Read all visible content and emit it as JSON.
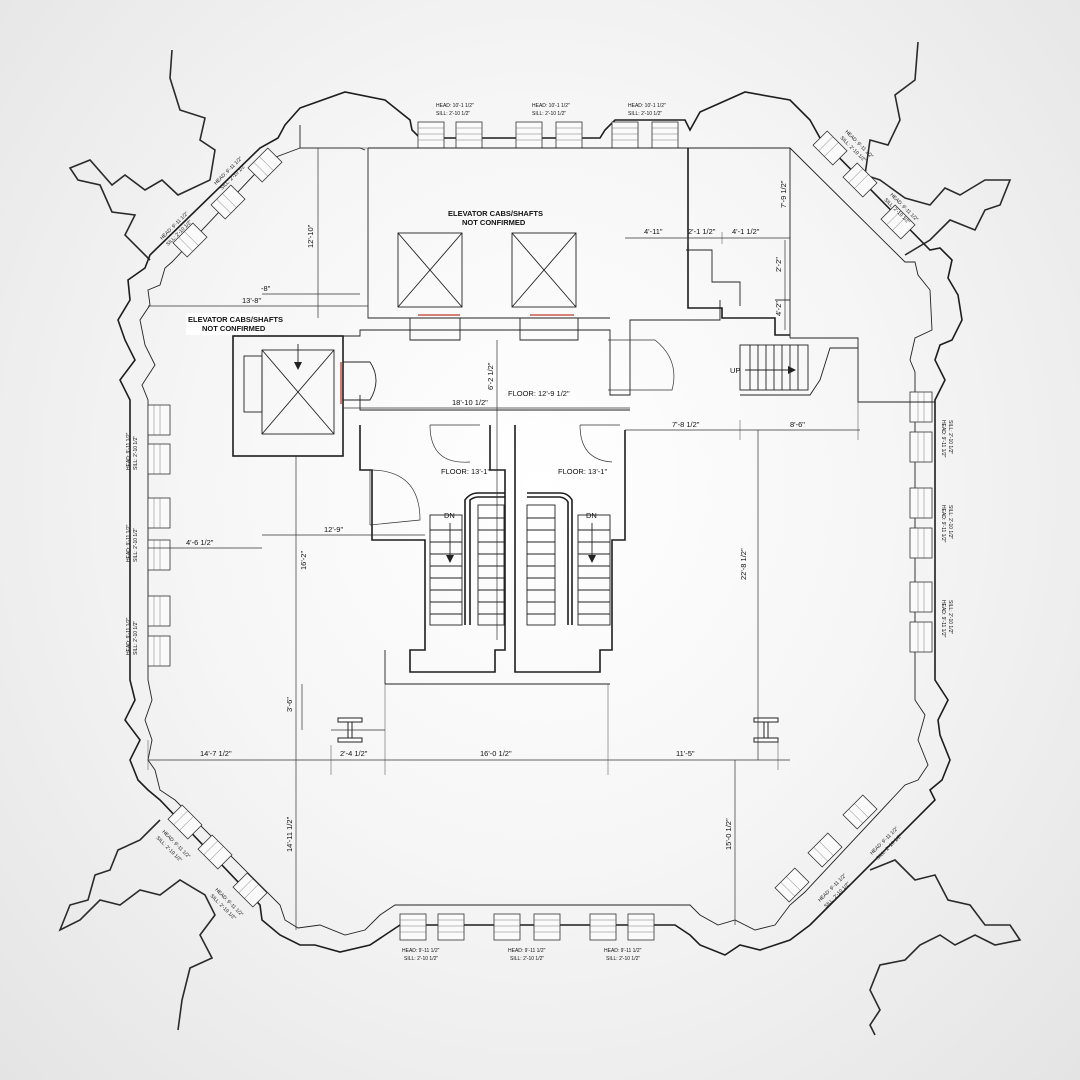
{
  "labels": {
    "elevator_top_line1": "ELEVATOR CABS/SHAFTS",
    "elevator_top_line2": "NOT CONFIRMED",
    "elevator_left_line1": "ELEVATOR CABS/SHAFTS",
    "elevator_left_line2": "NOT CONFIRMED",
    "floor_mid": "FLOOR: 12'-9 1/2\"",
    "floor_left": "FLOOR: 13'-1\"",
    "floor_right": "FLOOR: 13'-1\"",
    "dn_left": "DN",
    "dn_right": "DN",
    "up": "UP"
  },
  "dimensions": {
    "d_12_10": "12'-10\"",
    "d_8": "-8\"",
    "d_13_8": "13'-8\"",
    "d_6_2_half": "6'-2 1/2\"",
    "d_18_10_half": "18'-10 1/2\"",
    "d_4_11": "4'-11\"",
    "d_2_1_half": "2'-1 1/2\"",
    "d_4_1_half": "4'-1 1/2\"",
    "d_7_9_half": "7'-9 1/2\"",
    "d_2_2": "2'-2\"",
    "d_4_2": "4'-2\"",
    "d_7_8_half": "7'-8 1/2\"",
    "d_8_6": "8'-6\"",
    "d_12_9": "12'-9\"",
    "d_4_6_half": "4'-6 1/2\"",
    "d_16_2": "16'-2\"",
    "d_22_8_half": "22'-8 1/2\"",
    "d_3_6": "3'-6\"",
    "d_14_7_half": "14'-7 1/2\"",
    "d_2_4_half": "2'-4 1/2\"",
    "d_16_0_half": "16'-0 1/2\"",
    "d_11_5": "11'-5\"",
    "d_14_11_half": "14'-11 1/2\"",
    "d_15_0_half": "15'-0 1/2\""
  },
  "windows": {
    "top_head": "HEAD: 10'-1 1/2\"",
    "top_sill": "SILL: 2'-10 1/2\"",
    "bottom_head": "HEAD: 9'-11 1/2\"",
    "bottom_sill": "SILL: 2'-10 1/2\"",
    "side_head": "HEAD: 9'-11 1/2\"",
    "side_sill": "SILL: 2'-10 1/2\"",
    "diag_head": "HEAD: 9'-11 1/2\"",
    "diag_sill": "SILL: 2'-10 1/2\""
  }
}
